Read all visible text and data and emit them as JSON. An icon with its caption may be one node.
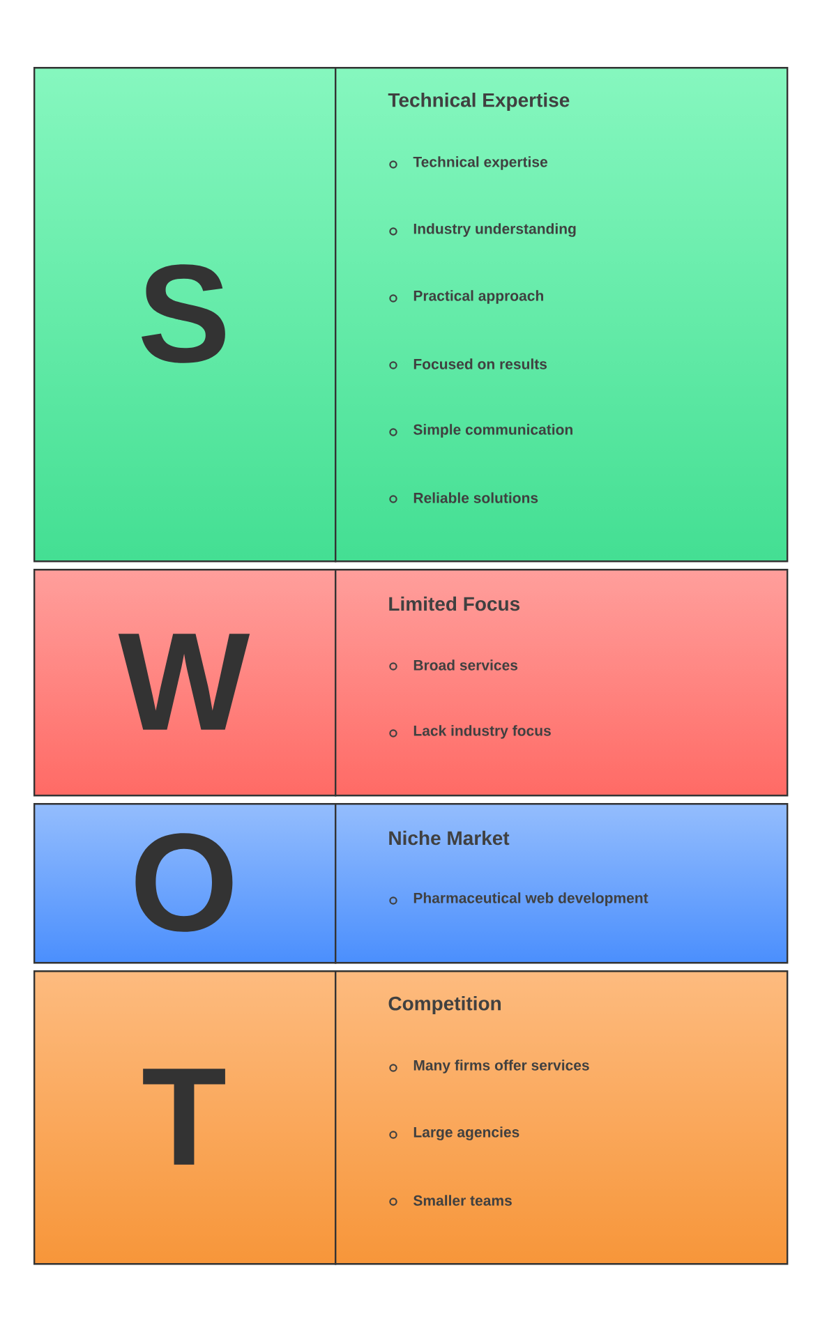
{
  "diagram": {
    "nodes": [
      {
        "text": [
          "S"
        ]
      },
      {
        "text": [
          "Technical Expertise",
          "Technical expertise",
          "Industry understanding",
          "Practical approach",
          "Focused on results",
          "Simple communication",
          "Reliable solutions"
        ]
      },
      {
        "text": [
          "W"
        ]
      },
      {
        "text": [
          "Limited Focus",
          "Broad services",
          "Lack industry focus"
        ]
      },
      {
        "text": [
          "O"
        ]
      },
      {
        "text": [
          "Niche Market",
          "Pharmaceutical web development"
        ]
      },
      {
        "text": [
          "T"
        ]
      },
      {
        "text": [
          "Competition",
          "Many firms offer services",
          "Large agencies",
          "Smaller teams"
        ]
      }
    ]
  }
}
